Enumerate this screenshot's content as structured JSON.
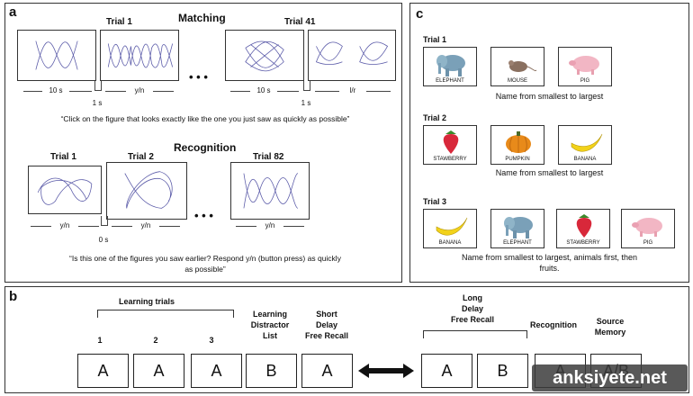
{
  "panel_a": {
    "label": "a",
    "matching": {
      "title": "Matching",
      "trial_first": "Trial 1",
      "trial_last": "Trial 41",
      "dur_10s_1": "10 s",
      "resp_yn": "y/n",
      "isi_1s_1": "1 s",
      "dur_10s_2": "10 s",
      "resp_lr": "l/r",
      "isi_1s_2": "1 s",
      "ellipsis": "• • •",
      "instruction": "“Click on the figure that looks  exactly like the one you just saw as quickly as possible”"
    },
    "recognition": {
      "title": "Recognition",
      "trial_1": "Trial 1",
      "trial_2": "Trial 2",
      "trial_last": "Trial 82",
      "resp_1": "y/n",
      "resp_2": "y/n",
      "resp_3": "y/n",
      "isi": "0 s",
      "ellipsis": "• • •",
      "instruction_line1": "“Is this one of the figures you saw earlier? Respond y/n (button press) as quickly",
      "instruction_line2": "as possible”"
    }
  },
  "panel_c": {
    "label": "c",
    "trial_1": {
      "title": "Trial 1",
      "cards": [
        "ELEPHANT",
        "MOUSE",
        "PIG"
      ],
      "instruction": "Name from smallest to largest"
    },
    "trial_2": {
      "title": "Trial 2",
      "cards": [
        "STAWBERRY",
        "PUMPKIN",
        "BANANA"
      ],
      "instruction": "Name from smallest to largest"
    },
    "trial_3": {
      "title": "Trial 3",
      "cards": [
        "BANANA",
        "ELEPHANT",
        "STAWBERRY",
        "PIG"
      ],
      "instruction_line1": "Name from smallest to largest, animals first, then",
      "instruction_line2": "fruits."
    }
  },
  "panel_b": {
    "label": "b",
    "learning_trials": "Learning trials",
    "trial_nums": [
      "1",
      "2",
      "3"
    ],
    "distractor": [
      "Learning",
      "Distractor",
      "List"
    ],
    "short_delay": [
      "Short",
      "Delay",
      "Free Recall"
    ],
    "long_delay": [
      "Long",
      "Delay",
      "Free Recall"
    ],
    "recognition": "Recognition",
    "source_memory": [
      "Source",
      "Memory"
    ],
    "boxes": [
      "A",
      "A",
      "A",
      "B",
      "A",
      "A",
      "B",
      "A",
      "A/B"
    ]
  },
  "watermark": "anksiyete.net",
  "colors": {
    "figure_line": "#5a5aa8",
    "border": "#333333"
  }
}
